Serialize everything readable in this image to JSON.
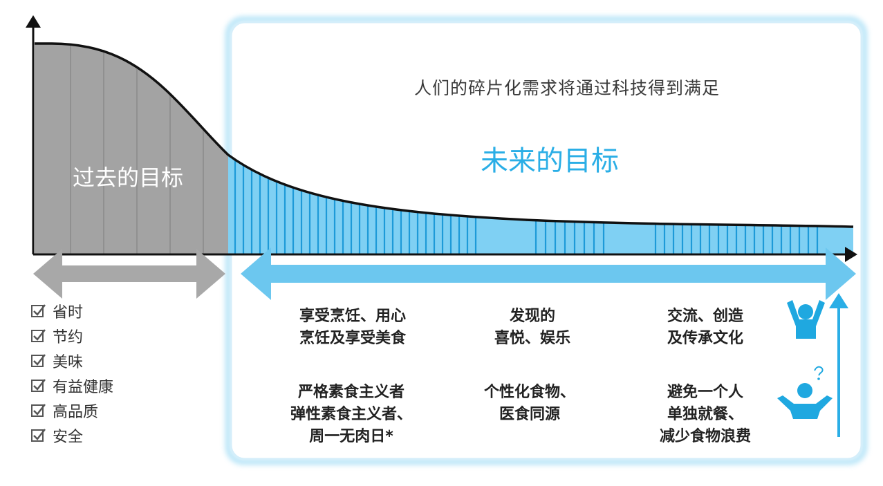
{
  "subtitle": "人们的碎片化需求将通过科技得到满足",
  "future_label": "未来的目标",
  "past_label": "过去的目标",
  "checklist": [
    "省时",
    "节约",
    "美味",
    "有益健康",
    "高品质",
    "安全"
  ],
  "goals": [
    {
      "lines": [
        "享受烹饪、用心",
        "烹饪及享受美食"
      ]
    },
    {
      "lines": [
        "发现的",
        "喜悦、娱乐"
      ]
    },
    {
      "lines": [
        "交流、创造",
        "及传承文化"
      ]
    },
    {
      "lines": [
        "严格素食主义者",
        "弹性素食主义者、",
        "周一无肉日*"
      ]
    },
    {
      "lines": [
        "个性化食物、",
        "医食同源"
      ]
    },
    {
      "lines": [
        "避免一个人",
        "单独就餐、",
        "减少食物浪费"
      ]
    }
  ],
  "colors": {
    "past_fill": "#a3a3a3",
    "future_fill": "#7fd0f3",
    "future_stripe": "#1d9ad8",
    "accent": "#2aaee6",
    "past_arrow": "#a8a8a8",
    "future_arrow": "#6cc7ef",
    "panel_border": "#bfe6f7"
  },
  "icons": [
    "check-box-icon",
    "cheering-person-icon",
    "confused-person-icon",
    "up-arrow-icon"
  ]
}
